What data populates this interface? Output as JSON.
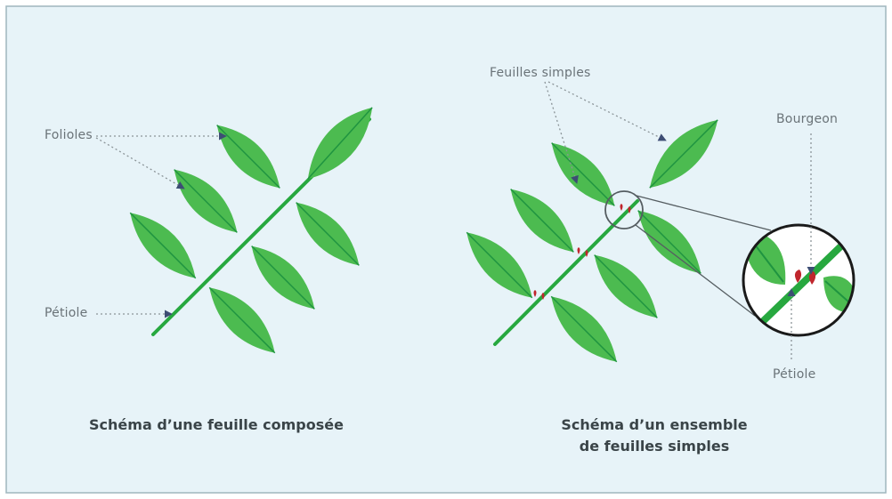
{
  "colors": {
    "background": "#e7f3f8",
    "frame_border": "#9fb6be",
    "leaf_fill": "#4cbb50",
    "leaf_vein": "#1f9440",
    "stem": "#27a83f",
    "bud": "#c0262d",
    "leader": "#8b9498",
    "arrowhead": "#3d4d74"
  },
  "left_diagram": {
    "labels": {
      "folioles": "Folioles",
      "petiole": "Pétiole"
    },
    "caption": "Schéma d’une feuille composée"
  },
  "right_diagram": {
    "labels": {
      "feuilles_simples": "Feuilles simples",
      "bourgeon": "Bourgeon",
      "petiole": "Pétiole"
    },
    "caption_line1": "Schéma d’un ensemble",
    "caption_line2": "de feuilles simples"
  }
}
